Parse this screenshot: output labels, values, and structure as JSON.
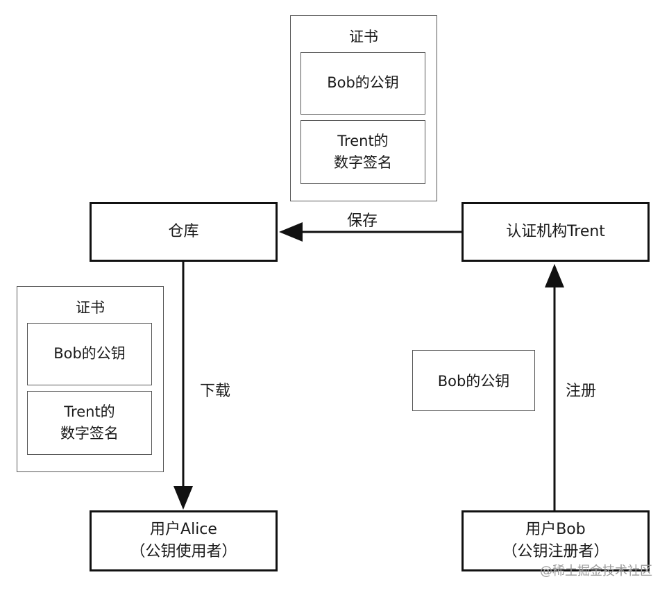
{
  "nodes": {
    "warehouse": "仓库",
    "ca_trent": "认证机构Trent",
    "alice": "用户Alice\n（公钥使用者）",
    "bob": "用户Bob\n（公钥注册者）"
  },
  "certificates": [
    {
      "title": "证书",
      "public_key": "Bob的公钥",
      "signature": "Trent的\n数字签名"
    },
    {
      "title": "证书",
      "public_key": "Bob的公钥",
      "signature": "Trent的\n数字签名"
    }
  ],
  "loose_key": "Bob的公钥",
  "edges": {
    "save": "保存",
    "download": "下载",
    "register": "注册"
  },
  "watermark": "@稀土掘金技术社区"
}
